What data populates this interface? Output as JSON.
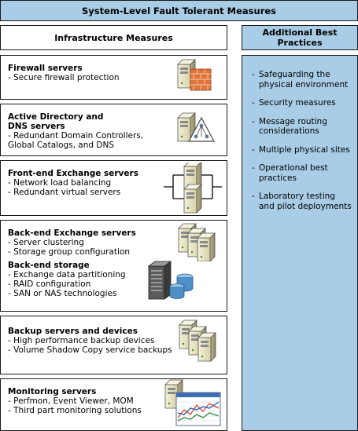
{
  "title": "System-Level Fault Tolerant Measures",
  "infrastructure_header": "Infrastructure Measures",
  "best_practices_header": "Additional Best Practices",
  "best_practices": [
    "Safeguarding the physical environment",
    "Security measures",
    "Message routing considerations",
    "Multiple physical sites",
    "Operational best practices",
    "Laboratory testing and pilot deployments"
  ],
  "sections": {
    "firewall": {
      "title": "Firewall servers",
      "items": [
        "- Secure firewall protection"
      ],
      "icon": "firewall-server-icon"
    },
    "directory": {
      "title_lines": [
        "Active Directory and",
        "DNS servers"
      ],
      "items": [
        "- Redundant Domain Controllers,",
        "Global Catalogs, and DNS"
      ],
      "icon": "domain-controller-icon"
    },
    "frontend": {
      "title": "Front-end Exchange servers",
      "items": [
        "- Network load balancing",
        "- Redundant virtual servers"
      ],
      "icon": "load-balanced-servers-icon"
    },
    "backend": {
      "title": "Back-end Exchange servers",
      "items": [
        "- Server clustering",
        "- Storage group configuration"
      ],
      "storage_title": "Back-end storage",
      "storage_items": [
        "- Exchange data partitioning",
        "- RAID configuration",
        "- SAN or NAS technologies"
      ],
      "icons": [
        "server-cluster-icon",
        "storage-array-icon"
      ]
    },
    "backup": {
      "title": "Backup servers and devices",
      "items": [
        "- High performance backup devices",
        "- Volume Shadow Copy service backups"
      ],
      "icon": "backup-servers-icon"
    },
    "monitoring": {
      "title": "Monitoring servers",
      "items": [
        "- Perfmon, Event Viewer, MOM",
        "- Third part monitoring solutions"
      ],
      "icon": "monitoring-chart-icon"
    }
  },
  "colors": {
    "panel_blue": "#a9cde6",
    "border": "#1a1a1a",
    "brick": "#e0743a",
    "server_beige": "#e8e4c4"
  }
}
